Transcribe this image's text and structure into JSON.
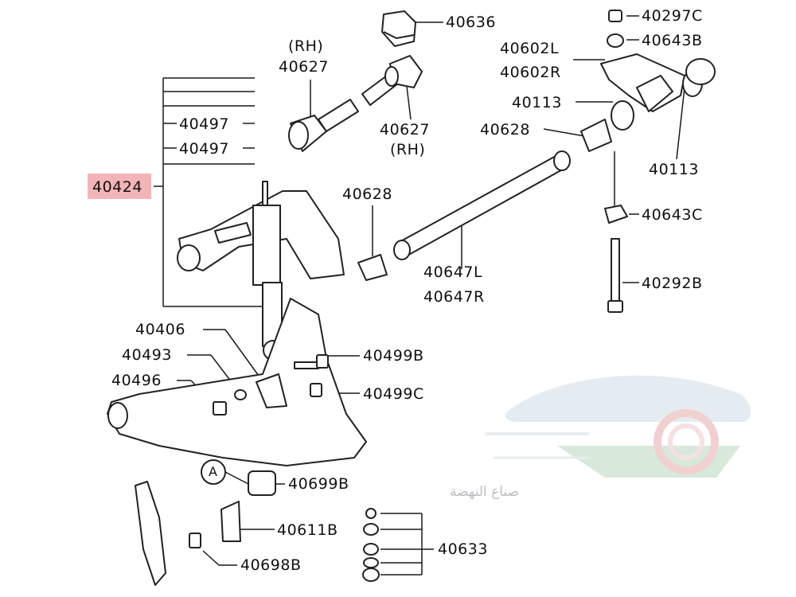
{
  "highlight_color": "#f3b4b8",
  "line_color": "#1a1a1a",
  "part_color": "#222222",
  "watermark": {
    "text": "صناع النهضة",
    "colors": [
      "#d8e4ec",
      "#cfe3d2",
      "#f1c7c7"
    ]
  },
  "labels": {
    "p40636": "40636",
    "p40297c": "40297C",
    "p40643b": "40643B",
    "rh_top": "(RH)",
    "p40627_top": "40627",
    "p40602l": "40602L",
    "p40602r": "40602R",
    "p40113_left": "40113",
    "p40497_a": "40497",
    "p40627_bot": "40627",
    "rh_bot": "(RH)",
    "p40628_right": "40628",
    "p40497_b": "40497",
    "p40113_right": "40113",
    "p40424": "40424",
    "p40628_left": "40628",
    "p40643c": "40643C",
    "p40647l": "40647L",
    "p40647r": "40647R",
    "p40292b": "40292B",
    "p40406": "40406",
    "p40493": "40493",
    "p40499b": "40499B",
    "p40496": "40496",
    "p40499c": "40499C",
    "callout_a": "A",
    "p40699b": "40699B",
    "p40611b": "40611B",
    "p40633": "40633",
    "p40698b": "40698B"
  }
}
